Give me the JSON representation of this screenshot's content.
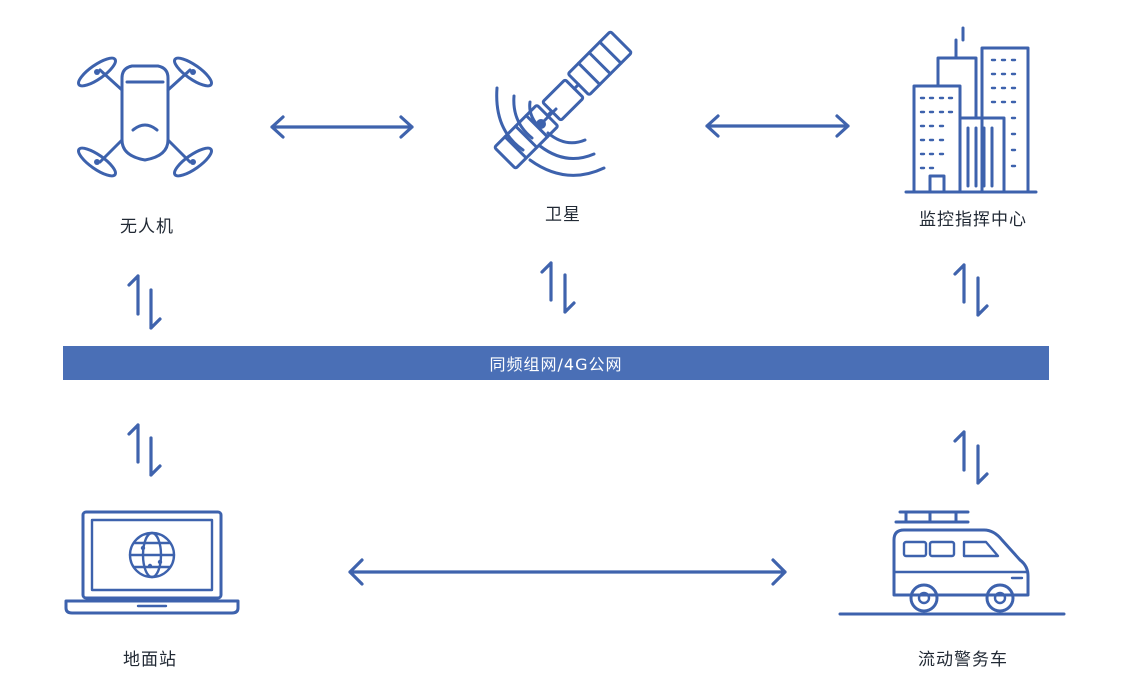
{
  "nodes": {
    "drone": {
      "label": "无人机",
      "icon": "drone-icon"
    },
    "satellite": {
      "label": "卫星",
      "icon": "satellite-icon"
    },
    "command_center": {
      "label": "监控指挥中心",
      "icon": "building-icon"
    },
    "ground_station": {
      "label": "地面站",
      "icon": "laptop-icon"
    },
    "police_vehicle": {
      "label": "流动警务车",
      "icon": "van-icon"
    }
  },
  "network_band": {
    "label": "同频组网/4G公网"
  },
  "colors": {
    "primary": "#3d62ad",
    "band": "#4a6fb6",
    "text": "#222a35"
  }
}
